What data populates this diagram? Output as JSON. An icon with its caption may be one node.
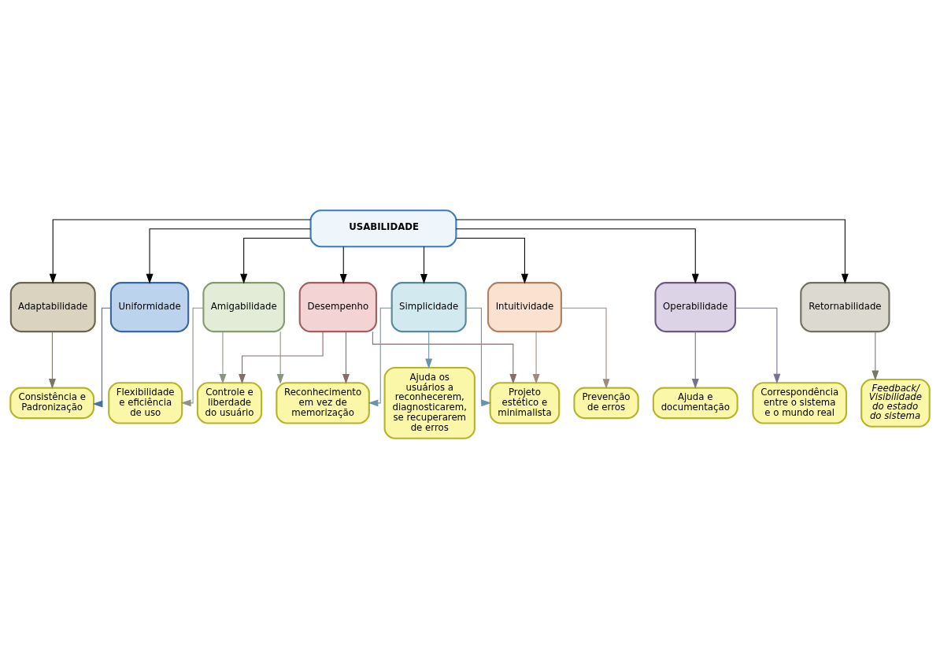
{
  "diagram": {
    "nodes": [
      {
        "text": [
          "USABILIDADE"
        ]
      },
      {
        "text": [
          "Adaptabilidade"
        ]
      },
      {
        "text": [
          "Uniformidade"
        ]
      },
      {
        "text": [
          "Desempenho"
        ]
      },
      {
        "text": [
          "Amigabilidade"
        ]
      },
      {
        "text": [
          "Operabilidade"
        ]
      },
      {
        "text": [
          "Simplicidade"
        ]
      },
      {
        "text": [
          "Intuitividade"
        ]
      },
      {
        "text": [
          "Retornabilidade"
        ]
      },
      {
        "text": [
          "Consistência e Padronização"
        ]
      },
      {
        "text": [
          "Flexibilidade e eficiência de uso"
        ]
      },
      {
        "text": [
          "Reconhecimento em vez de memorização"
        ]
      },
      {
        "text": [
          "Controle e liberdade do usuário"
        ]
      },
      {
        "text": [
          "Ajuda os usuários a reconhecerem, diagnosticarem, se recuperarem de erros"
        ]
      },
      {
        "text": [
          "Ajuda e documentação"
        ]
      },
      {
        "text": [
          "Correspondência entre o sistema e o mundo real"
        ]
      },
      {
        "text": [
          "Projeto estético e minimalista"
        ]
      },
      {
        "text": [
          "Prevenção de erros"
        ]
      },
      {
        "text": [
          "Feedback/ Visibilidade do estado do sistema"
        ]
      }
    ],
    "edges": [
      {
        "from": 0,
        "to": 1,
        "arrow": "to"
      },
      {
        "from": 0,
        "to": 2,
        "arrow": "to"
      },
      {
        "from": 0,
        "to": 3,
        "arrow": "to"
      },
      {
        "from": 0,
        "to": 4,
        "arrow": "to"
      },
      {
        "from": 0,
        "to": 5,
        "arrow": "to"
      },
      {
        "from": 0,
        "to": 6,
        "arrow": "to"
      },
      {
        "from": 0,
        "to": 7,
        "arrow": "to"
      },
      {
        "from": 0,
        "to": 8,
        "arrow": "to"
      },
      {
        "from": 1,
        "to": 9,
        "arrow": "to",
        "color": "#7a7760"
      },
      {
        "from": 2,
        "to": 9,
        "arrow": "to",
        "color": "#4a6f99"
      },
      {
        "from": 4,
        "to": 10,
        "arrow": "to",
        "color": "#8a9580"
      },
      {
        "from": 3,
        "to": 11,
        "arrow": "to",
        "color": "#8a6a6a"
      },
      {
        "from": 4,
        "to": 11,
        "arrow": "to",
        "color": "#8a9580"
      },
      {
        "from": 6,
        "to": 11,
        "arrow": "to",
        "color": "#6a93a8"
      },
      {
        "from": 3,
        "to": 12,
        "arrow": "to",
        "color": "#8a6a6a"
      },
      {
        "from": 4,
        "to": 12,
        "arrow": "to",
        "color": "#8a9580"
      },
      {
        "from": 6,
        "to": 13,
        "arrow": "to",
        "color": "#6a93a8"
      },
      {
        "from": 5,
        "to": 14,
        "arrow": "to",
        "color": "#7a7090"
      },
      {
        "from": 5,
        "to": 15,
        "arrow": "to",
        "color": "#7a7090"
      },
      {
        "from": 3,
        "to": 16,
        "arrow": "to",
        "color": "#8a6a6a"
      },
      {
        "from": 6,
        "to": 16,
        "arrow": "to",
        "color": "#6a93a8"
      },
      {
        "from": 7,
        "to": 16,
        "arrow": "to",
        "color": "#a08a80"
      },
      {
        "from": 7,
        "to": 17,
        "arrow": "to",
        "color": "#a08a80"
      },
      {
        "from": 8,
        "to": 18,
        "arrow": "to",
        "color": "#777766"
      }
    ]
  }
}
